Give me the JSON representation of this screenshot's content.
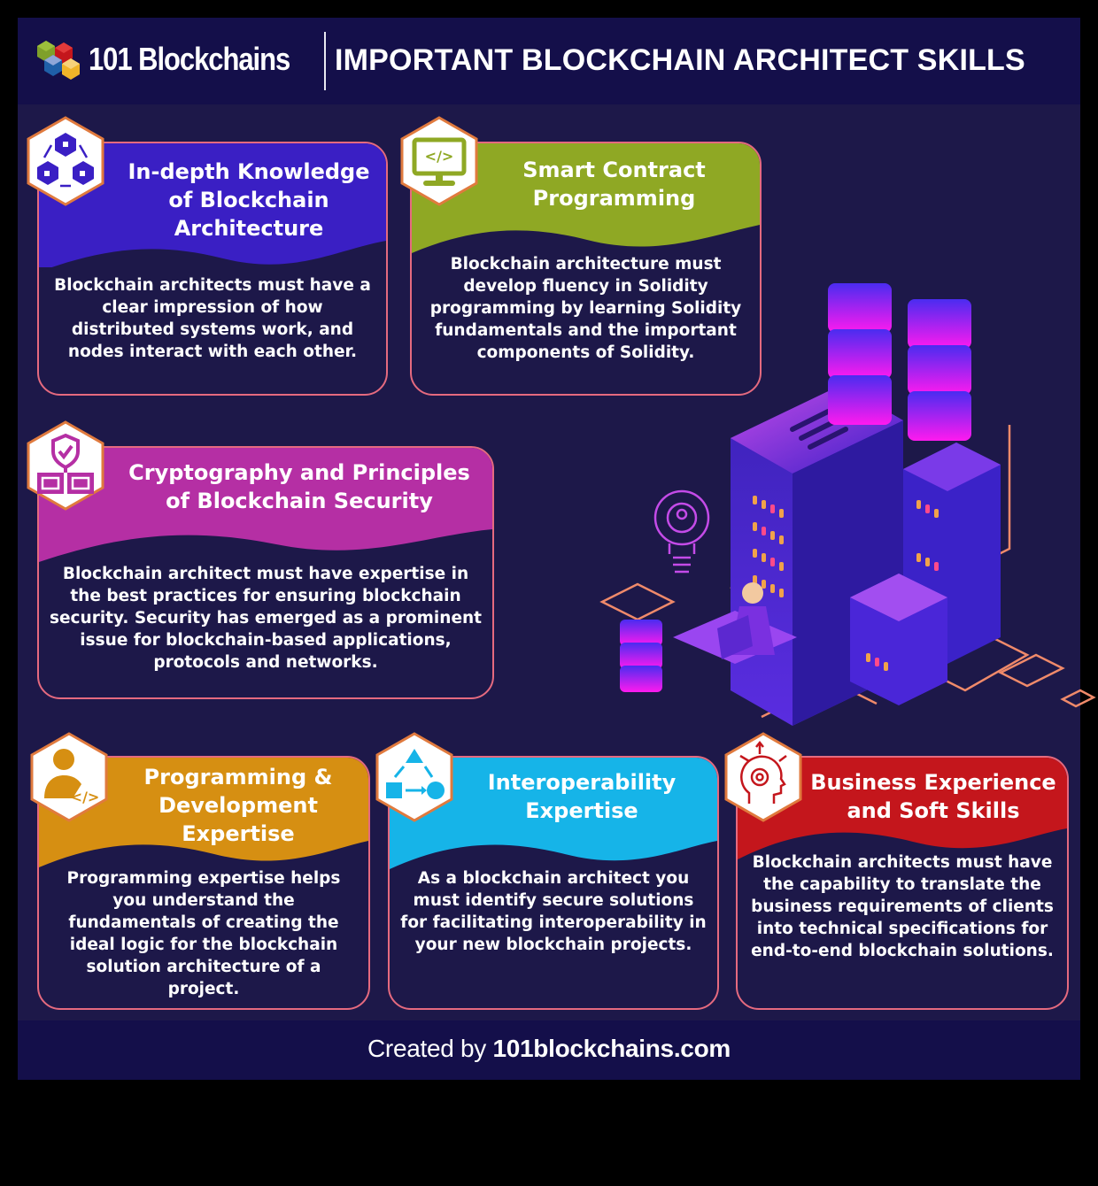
{
  "header": {
    "brand": "101 Blockchains",
    "title": "IMPORTANT BLOCKCHAIN ARCHITECT SKILLS",
    "logo_colors": [
      "#7fa02a",
      "#c4161c",
      "#1f5fa8",
      "#f0b429",
      "#8fa6d8"
    ]
  },
  "colors": {
    "background": "#1d1849",
    "header_bg": "#140f4a",
    "card_border": "#e56a7f"
  },
  "skills": [
    {
      "title_lines": [
        "In-depth Knowledge",
        "of Blockchain",
        "Architecture"
      ],
      "description": "Blockchain architects must have a clear impression of how distributed systems work, and nodes interact with each other.",
      "color": "#3a1fc4",
      "icon": "network-cubes-icon"
    },
    {
      "title_lines": [
        "Smart Contract",
        "Programming"
      ],
      "description": "Blockchain architecture must develop fluency in Solidity programming by learning Solidity fundamentals and the important components of Solidity.",
      "color": "#8fa824",
      "icon": "code-monitor-icon"
    },
    {
      "title_lines": [
        "Cryptography and Principles",
        "of Blockchain Security"
      ],
      "description": "Blockchain architect must have expertise in the best practices for ensuring blockchain security. Security has emerged as a prominent issue for blockchain-based applications, protocols and networks.",
      "color": "#b52fa4",
      "icon": "shield-chain-icon"
    },
    {
      "title_lines": [
        "Programming &",
        "Development",
        "Expertise"
      ],
      "description": "Programming expertise helps you understand the fundamentals of creating the ideal logic for the blockchain solution architecture of a project.",
      "color": "#d68f12",
      "icon": "developer-code-icon"
    },
    {
      "title_lines": [
        "Interoperability",
        "Expertise"
      ],
      "description": "As a blockchain architect you must identify secure solutions for facilitating interoperability in your new blockchain projects.",
      "color": "#16b4e8",
      "icon": "shapes-cycle-icon"
    },
    {
      "title_lines": [
        "Business Experience",
        "and Soft Skills"
      ],
      "description": "Blockchain architects must have the capability to translate the business requirements of clients into technical specifications for end-to-end blockchain solutions.",
      "color": "#c4161c",
      "icon": "head-gear-icon"
    }
  ],
  "footer": {
    "prefix": "Created by",
    "site": "101blockchains.com"
  }
}
